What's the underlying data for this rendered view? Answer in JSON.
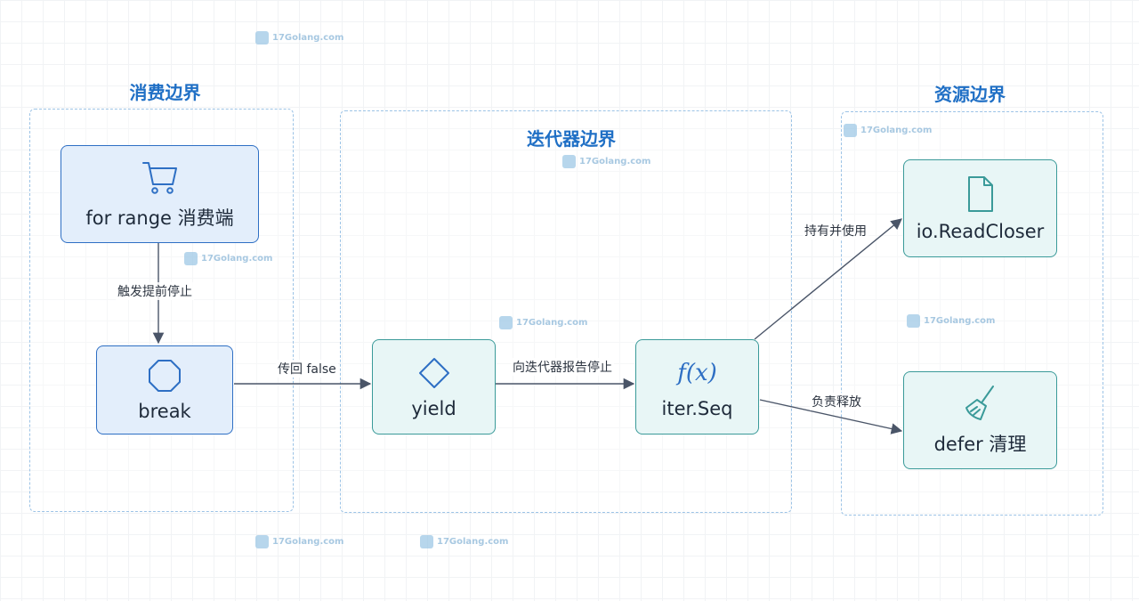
{
  "groups": {
    "consume": {
      "title": "消费边界"
    },
    "iterator": {
      "title": "迭代器边界"
    },
    "resource": {
      "title": "资源边界"
    }
  },
  "nodes": {
    "for_range": {
      "label": "for range 消费端",
      "icon": "cart-icon"
    },
    "break": {
      "label": "break",
      "icon": "octagon-icon"
    },
    "yield": {
      "label": "yield",
      "icon": "diamond-icon"
    },
    "iter_seq": {
      "label": "iter.Seq",
      "icon": "function-icon",
      "icon_text": "f(x)"
    },
    "read_closer": {
      "label": "io.ReadCloser",
      "icon": "file-icon"
    },
    "defer": {
      "label": "defer 清理",
      "icon": "broom-icon"
    }
  },
  "edges": {
    "trigger_stop": "触发提前停止",
    "pass_false": "传回 false",
    "report_stop": "向迭代器报告停止",
    "hold_use": "持有并使用",
    "release": "负责释放"
  },
  "watermark": "17Golang.com",
  "colors": {
    "blue_accent": "#2e6fc4",
    "teal_accent": "#3a9a99",
    "group_border": "#9cc3e6",
    "title": "#1f6fc5",
    "edge": "#4a5568"
  }
}
